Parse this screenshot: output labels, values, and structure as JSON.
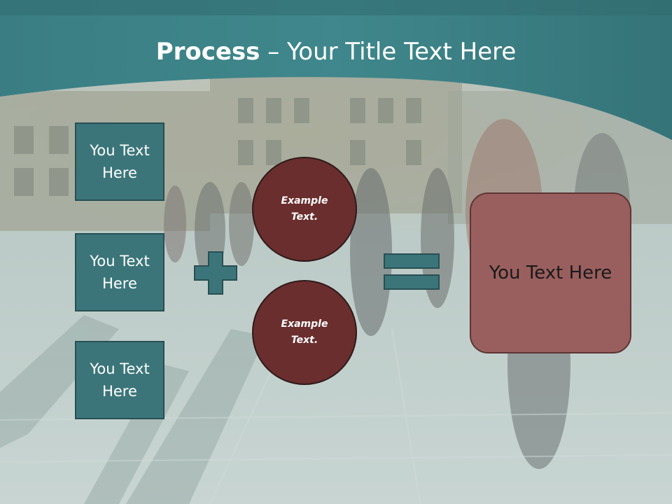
{
  "title": {
    "bold": "Process",
    "rest": " – Your Title Text Here"
  },
  "left_boxes": [
    {
      "label": "You Text Here"
    },
    {
      "label": "You Text Here"
    },
    {
      "label": "You Text Here"
    }
  ],
  "circles": [
    {
      "label": "Example Text."
    },
    {
      "label": "Example Text."
    }
  ],
  "result": {
    "label": "You Text Here"
  },
  "colors": {
    "header_teal": "#3f878c",
    "box_teal": "#3b7579",
    "circle_maroon": "#6a2e2e",
    "result_rose": "#995f5e"
  },
  "icons": {
    "plus": "plus-icon",
    "equals": "equals-icon"
  }
}
